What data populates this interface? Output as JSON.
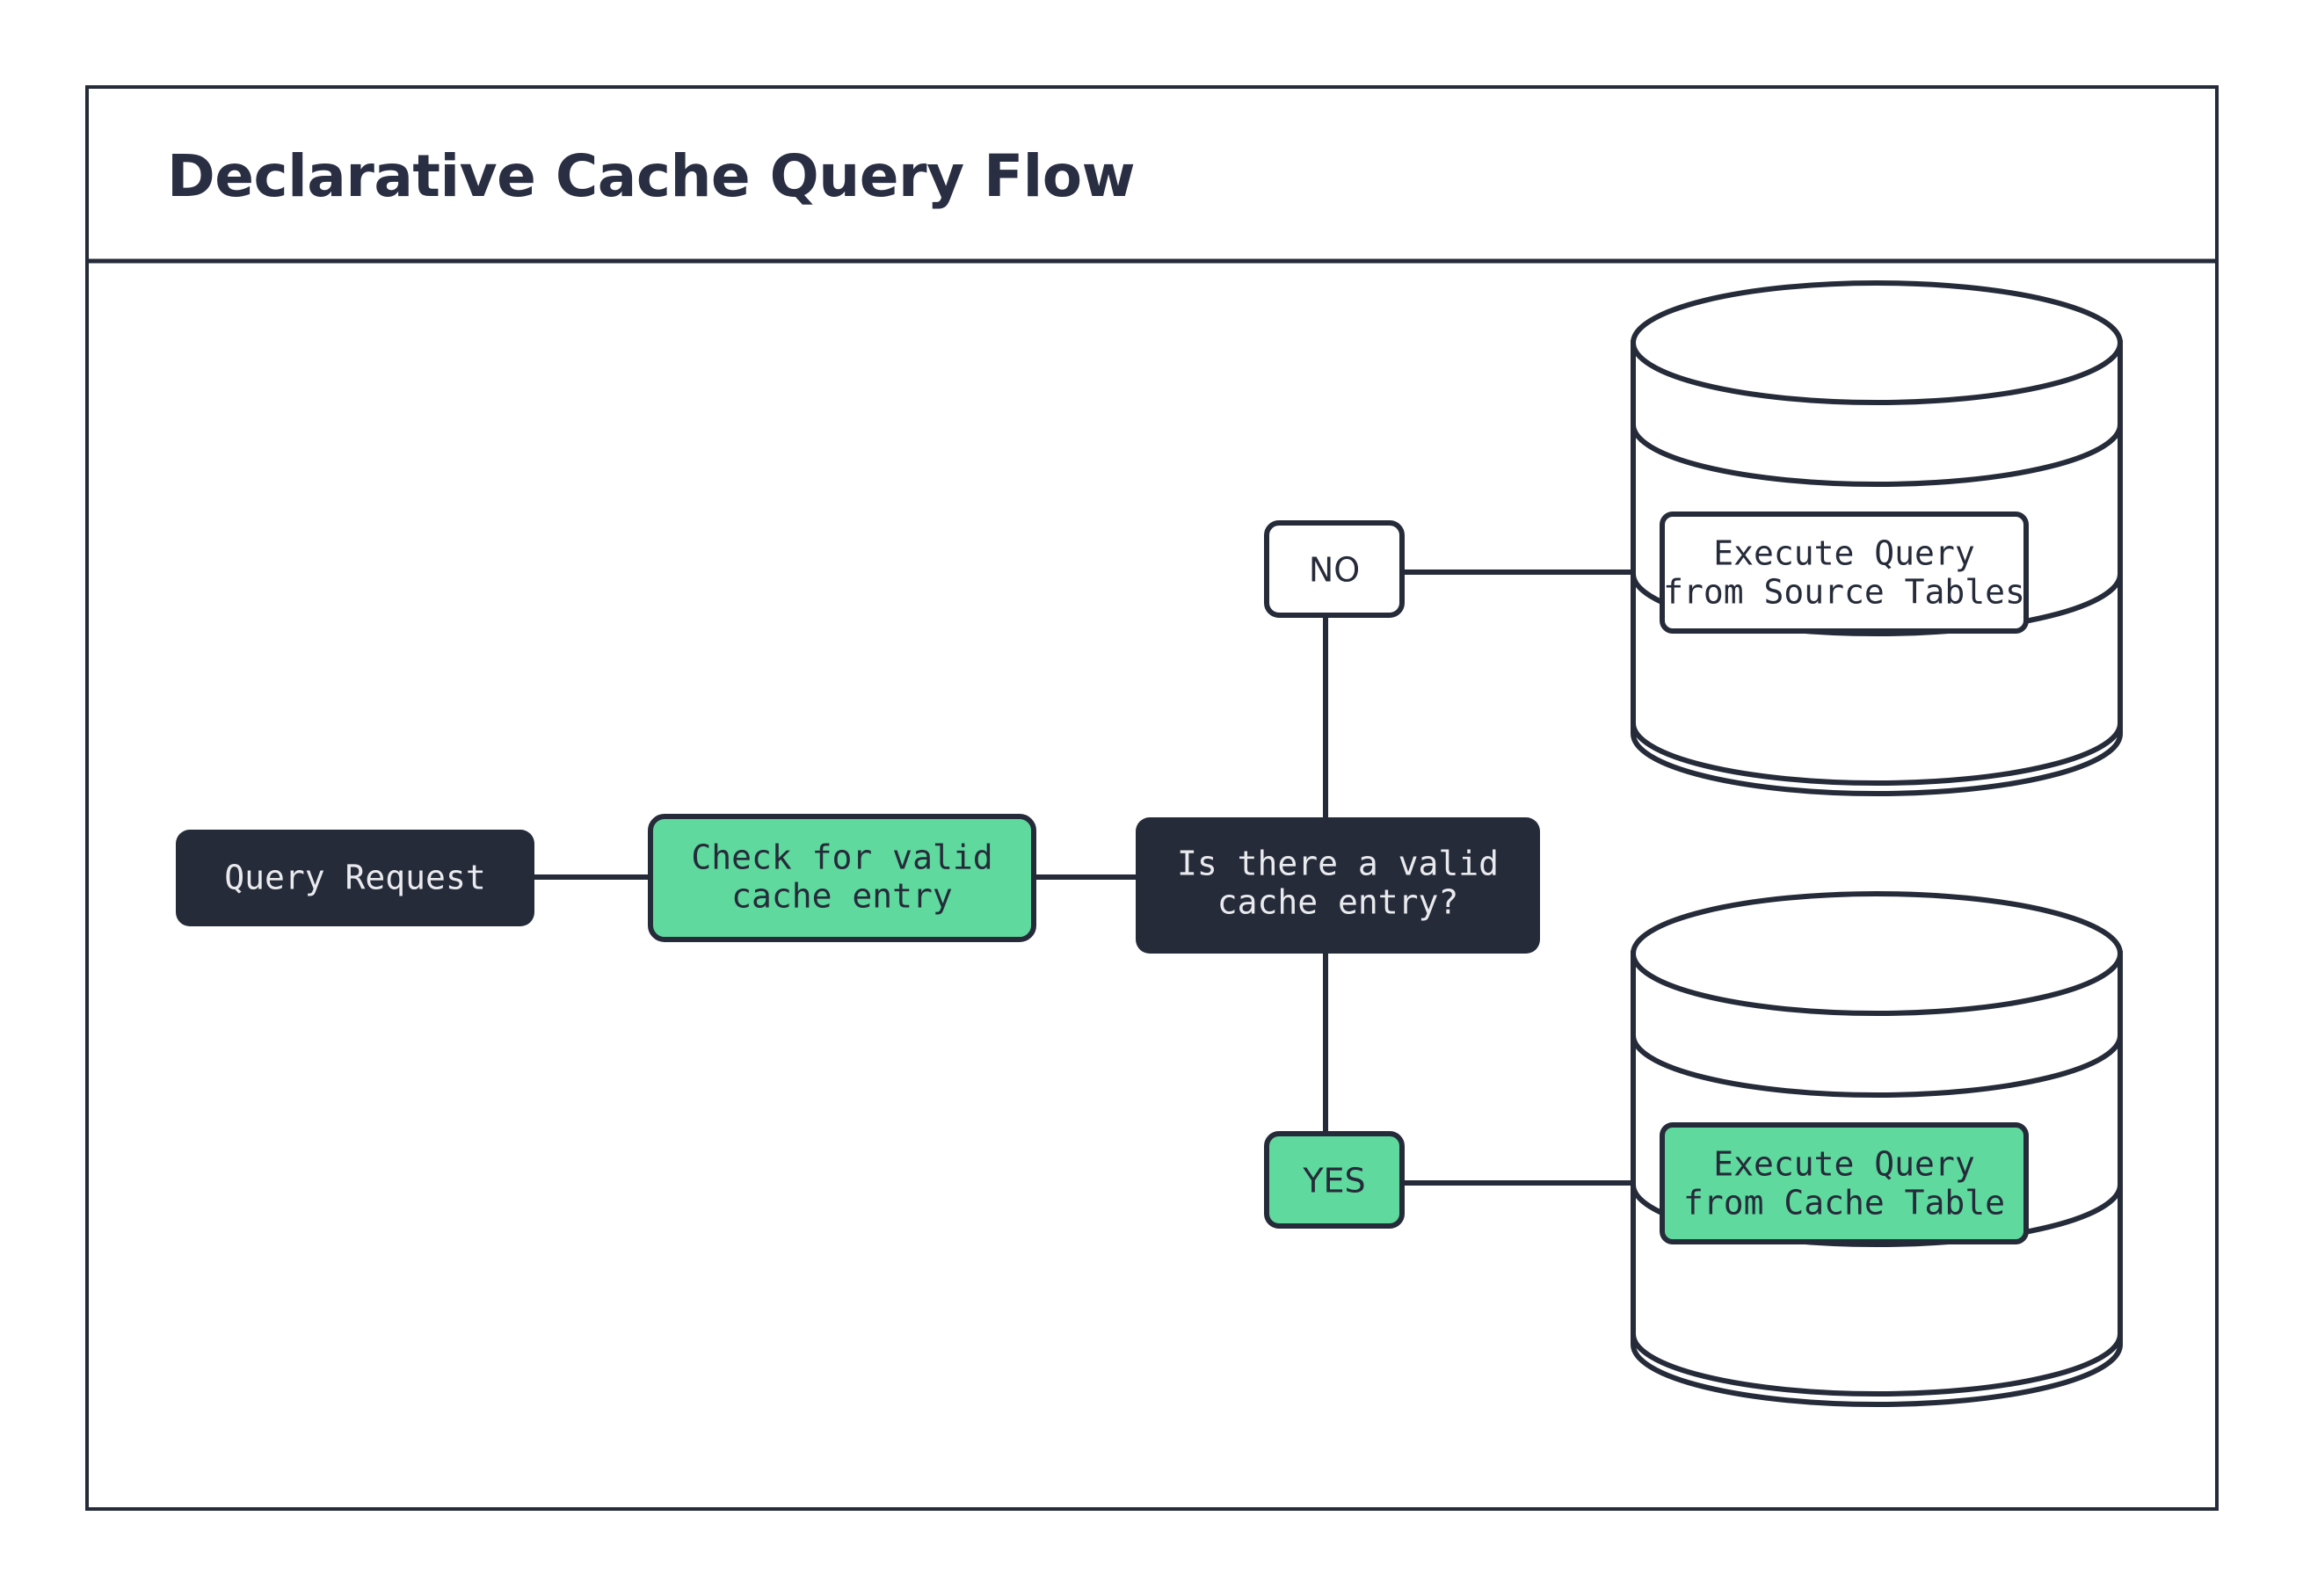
{
  "header": {
    "title": "Declarative Cache Query Flow"
  },
  "colors": {
    "ink": "#262B3A",
    "green": "#5FD99E",
    "white": "#FFFFFF",
    "light_text": "#E9EAEE"
  },
  "diagram": {
    "type": "flowchart",
    "nodes": [
      {
        "id": "query-request",
        "label": "Query Request",
        "style": "dark-filled",
        "shape": "rounded-rect"
      },
      {
        "id": "check-cache",
        "label_line1": "Check for valid",
        "label_line2": "cache entry",
        "style": "green-filled",
        "shape": "rounded-rect"
      },
      {
        "id": "decision",
        "label_line1": "Is there a valid",
        "label_line2": "cache entry?",
        "style": "dark-filled",
        "shape": "rounded-rect"
      },
      {
        "id": "branch-no",
        "label": "NO",
        "style": "white-filled",
        "shape": "rounded-rect"
      },
      {
        "id": "branch-yes",
        "label": "YES",
        "style": "green-filled",
        "shape": "rounded-rect"
      },
      {
        "id": "source-db",
        "label_line1": "Execute Query",
        "label_line2": "from Source Tables",
        "style": "white-filled",
        "shape": "database-cylinder"
      },
      {
        "id": "cache-db",
        "label_line1": "Execute Query",
        "label_line2": "from Cache Table",
        "style": "green-filled",
        "shape": "database-cylinder"
      }
    ],
    "edges": [
      {
        "from": "query-request",
        "to": "check-cache",
        "label": ""
      },
      {
        "from": "check-cache",
        "to": "decision",
        "label": ""
      },
      {
        "from": "decision",
        "to": "branch-no",
        "label": ""
      },
      {
        "from": "decision",
        "to": "branch-yes",
        "label": ""
      },
      {
        "from": "branch-no",
        "to": "source-db",
        "label": ""
      },
      {
        "from": "branch-yes",
        "to": "cache-db",
        "label": ""
      }
    ]
  }
}
